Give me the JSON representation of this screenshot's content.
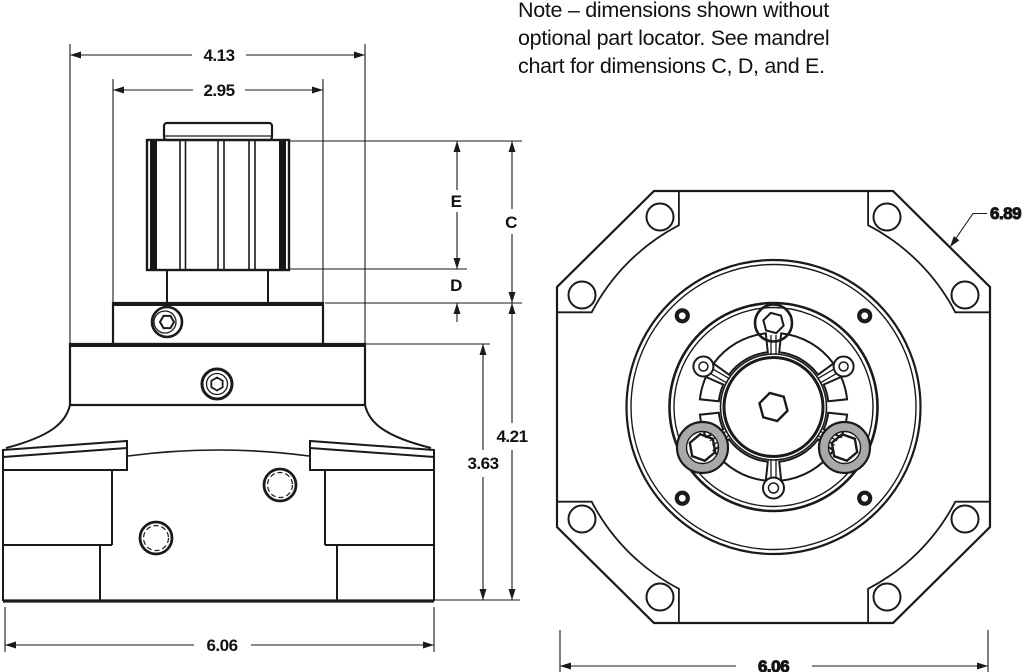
{
  "note": {
    "line1": "Note – dimensions shown without",
    "line2": "optional part locator. See mandrel",
    "line3": "chart for dimensions C, D, and E."
  },
  "side_view": {
    "dims": {
      "width_outer": "4.13",
      "width_inner": "2.95",
      "mandrel_e": "E",
      "mandrel_c": "C",
      "mandrel_d": "D",
      "height_outer": "4.21",
      "height_inner": "3.63",
      "base_width": "6.06"
    }
  },
  "front_view": {
    "dims": {
      "flange_corner_od": "6.89",
      "flange_width": "6.06"
    }
  },
  "colors": {
    "line": "#1a1a1a",
    "background": "#ffffff",
    "shade_dark": "#161616",
    "shade_gray": "#a9a9a9"
  }
}
